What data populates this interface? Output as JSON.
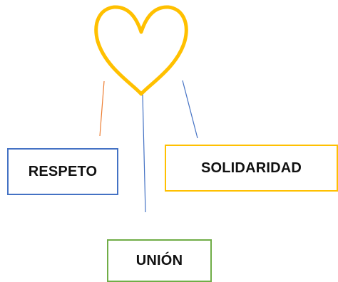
{
  "values": {
    "respeto": "RESPETO",
    "solidaridad": "SOLIDARIDAD",
    "union": "UNIÓN"
  },
  "colors": {
    "heart": "#ffc000",
    "respeto_border": "#4472c4",
    "solidaridad_border": "#ffc000",
    "union_border": "#70ad47",
    "connector_orange": "#ed7d31",
    "connector_blue": "#4472c4"
  },
  "icons": {
    "heart": "heart-icon"
  }
}
